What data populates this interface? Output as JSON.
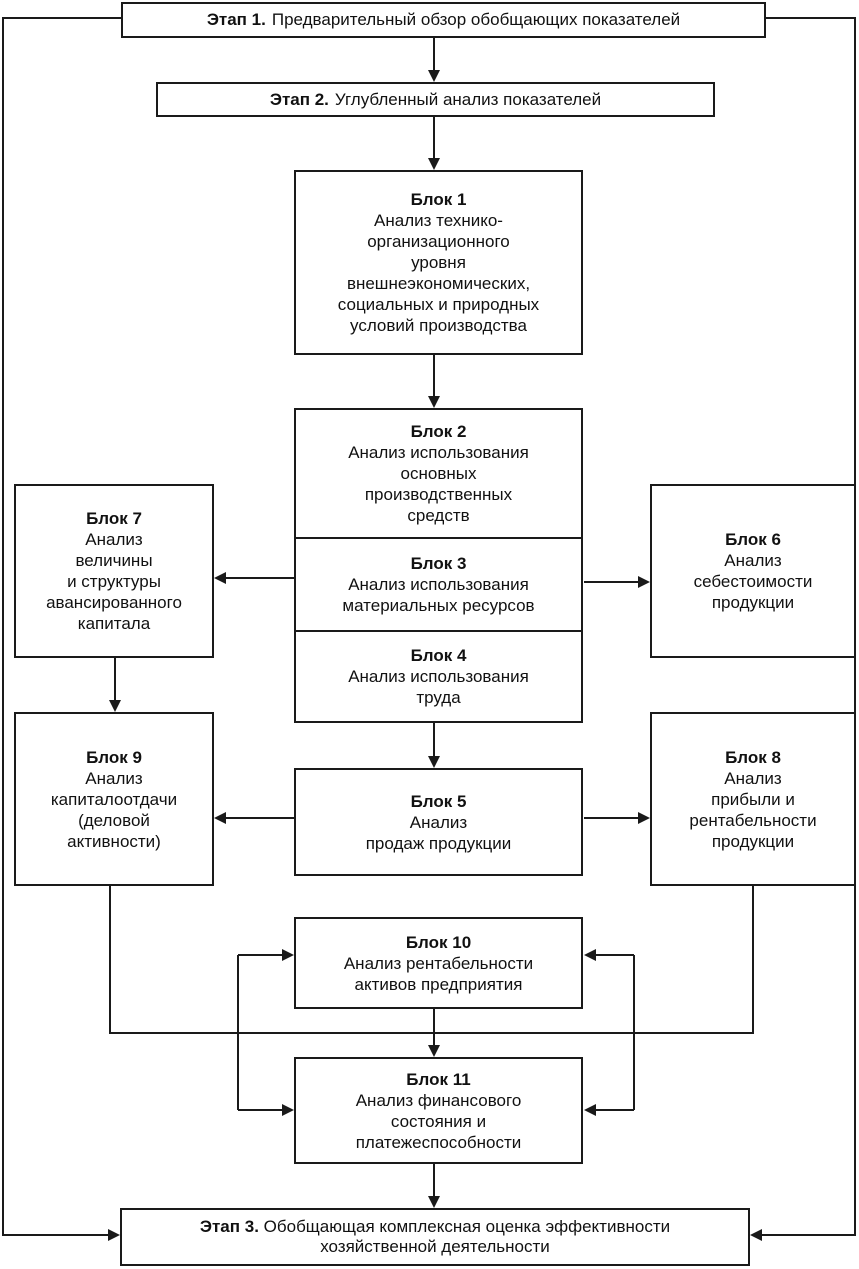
{
  "stages": {
    "stage1": {
      "title": "Этап 1.",
      "text": "Предварительный обзор обобщающих показателей"
    },
    "stage2": {
      "title": "Этап 2.",
      "text": "Углубленный анализ показателей"
    },
    "stage3": {
      "title": "Этап 3.",
      "text": "Обобщающая комплексная оценка эффективности",
      "text2": "хозяйственной деятельности"
    }
  },
  "blocks": {
    "b1": {
      "title": "Блок 1",
      "text": "Анализ технико-\nорганизационного\nуровня\nвнешнеэкономических,\nсоциальных и природных\nусловий производства"
    },
    "b2": {
      "title": "Блок 2",
      "text": "Анализ использования\nосновных\nпроизводственных\nсредств"
    },
    "b3": {
      "title": "Блок 3",
      "text": "Анализ использования\nматериальных ресурсов"
    },
    "b4": {
      "title": "Блок 4",
      "text": "Анализ использования\nтруда"
    },
    "b5": {
      "title": "Блок 5",
      "text": "Анализ\nпродаж продукции"
    },
    "b6": {
      "title": "Блок 6",
      "text": "Анализ\nсебестоимости\nпродукции"
    },
    "b7": {
      "title": "Блок 7",
      "text": "Анализ\nвеличины\nи структуры\nавансированного\nкапитала"
    },
    "b8": {
      "title": "Блок 8",
      "text": "Анализ\nприбыли и\nрентабельности\nпродукции"
    },
    "b9": {
      "title": "Блок 9",
      "text": "Анализ\nкапиталоотдачи\n(деловой\nактивности)"
    },
    "b10": {
      "title": "Блок 10",
      "text": "Анализ рентабельности\nактивов предприятия"
    },
    "b11": {
      "title": "Блок 11",
      "text": "Анализ финансового\nсостояния и\nплатежеспособности"
    }
  },
  "colors": {
    "stroke": "#1a1a1a",
    "background": "#ffffff",
    "text": "#111111"
  }
}
